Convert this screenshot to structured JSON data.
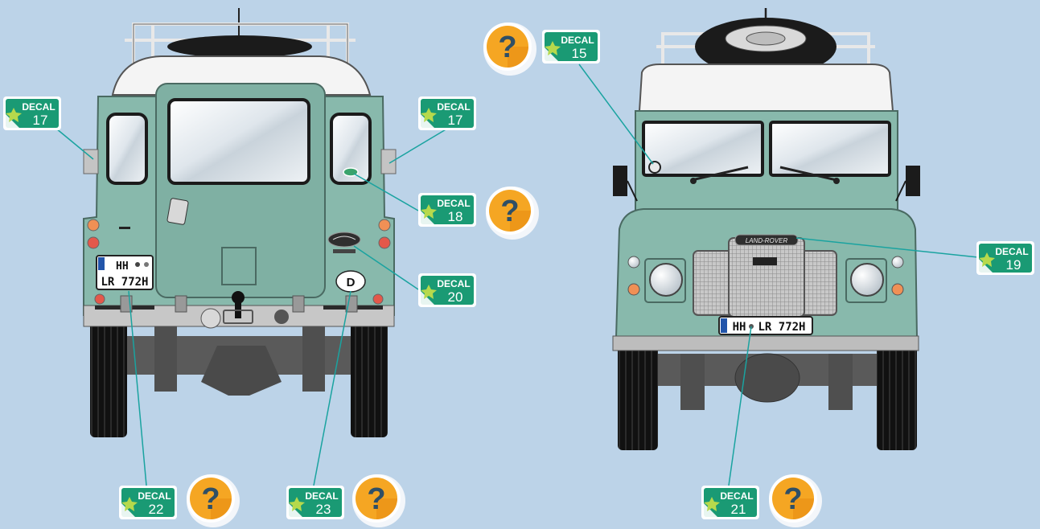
{
  "decal_word": "DECAL",
  "decals": [
    {
      "id": "rear-left-17",
      "number": "17"
    },
    {
      "id": "rear-right-17",
      "number": "17"
    },
    {
      "id": "front-15",
      "number": "15"
    },
    {
      "id": "rear-18",
      "number": "18"
    },
    {
      "id": "front-19",
      "number": "19"
    },
    {
      "id": "rear-20",
      "number": "20"
    },
    {
      "id": "front-21",
      "number": "21"
    },
    {
      "id": "rear-22",
      "number": "22"
    },
    {
      "id": "rear-23",
      "number": "23"
    }
  ],
  "help_glyph": "?",
  "rear_plate": {
    "line1": "HH",
    "line2": "LR 772H"
  },
  "front_plate": {
    "left": "HH",
    "right": "LR 772H"
  },
  "country_oval": "D",
  "grille_badge": "LAND-ROVER",
  "colors": {
    "background": "#bcd3e8",
    "body": "#88b9ac",
    "roof": "#f4f4f4",
    "badge_green": "#1a9a74",
    "help_orange": "#f5a623"
  }
}
